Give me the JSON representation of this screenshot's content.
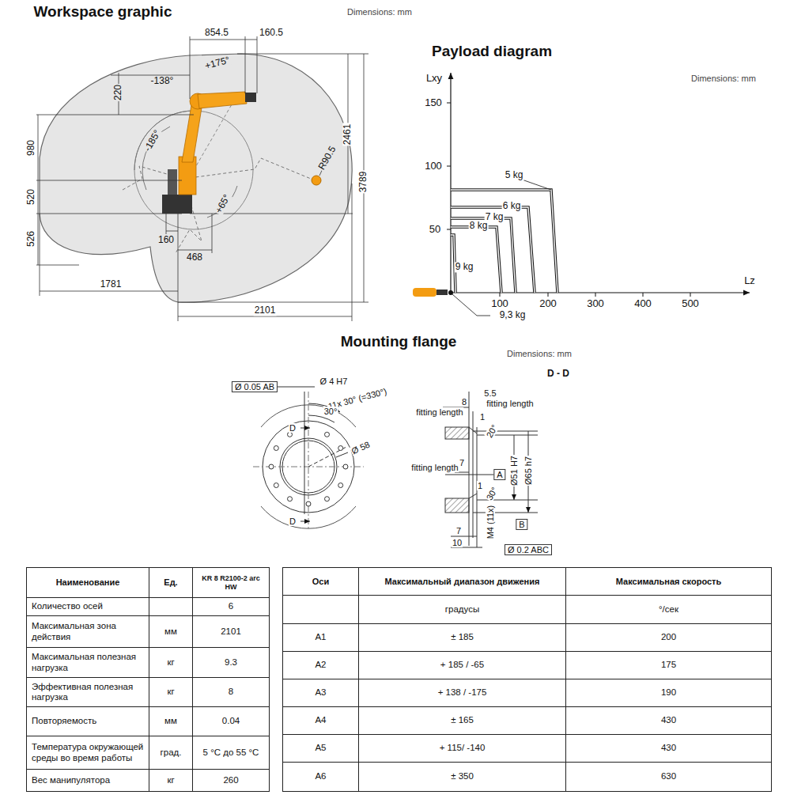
{
  "diagram": {
    "labels": [
      "Workspace graphic",
      "Dimensions: mm",
      "854.5",
      "160.5",
      "+175°",
      "220",
      "-138°",
      "-185°",
      "980",
      "520",
      "526",
      "R90.5",
      "2461",
      "3789",
      "+65°",
      "160",
      "468",
      "1781",
      "2101",
      "Payload diagram",
      "Dimensions: mm",
      "Lxy",
      "150",
      "100",
      "50",
      "5 kg",
      "6 kg",
      "7 kg",
      "8 kg",
      "9 kg",
      "Lz",
      "100",
      "200",
      "300",
      "400",
      "500",
      "9,3 kg",
      "Mounting flange",
      "Dimensions: mm",
      "Ø 0.05 AB",
      "Ø 4 H7",
      "11x 30° (=330°)",
      "30°",
      "D",
      "D",
      "Ø 58",
      "D - D",
      "5.5",
      "8",
      "fitting length",
      "fitting length",
      "1",
      "20°",
      "7",
      "fitting length",
      "A",
      "Ø51 H7",
      "Ø65 h7",
      "1",
      "30°",
      "B",
      "7",
      "10",
      "M4 (11x)",
      "Ø 0.2 ABC",
      "Наименование",
      "Ед.",
      "KR 8 R2100-2 arc HW",
      "Количество осей",
      "6",
      "Максимальная зона действия",
      "мм",
      "2101",
      "Максимальная полезная нагрузка",
      "кг",
      "9.3",
      "Эффективная полезная нагрузка",
      "кг",
      "8",
      "Повторяемость",
      "мм",
      "0.04",
      "Температура окружающей среды во время работы",
      "град.",
      "5 °C до 55 °C",
      "Вес манипулятора",
      "кг",
      "260",
      "Оси",
      "Максимальный диапазон движения",
      "Максимальная скорость",
      "градусы",
      "°/сек",
      "A1",
      "± 185",
      "200",
      "A2",
      "+ 185 / -65",
      "175",
      "A3",
      "+ 138 / -175",
      "190",
      "A4",
      "± 165",
      "430",
      "A5",
      "+ 115/ -140",
      "430",
      "A6",
      "± 350",
      "630"
    ]
  }
}
